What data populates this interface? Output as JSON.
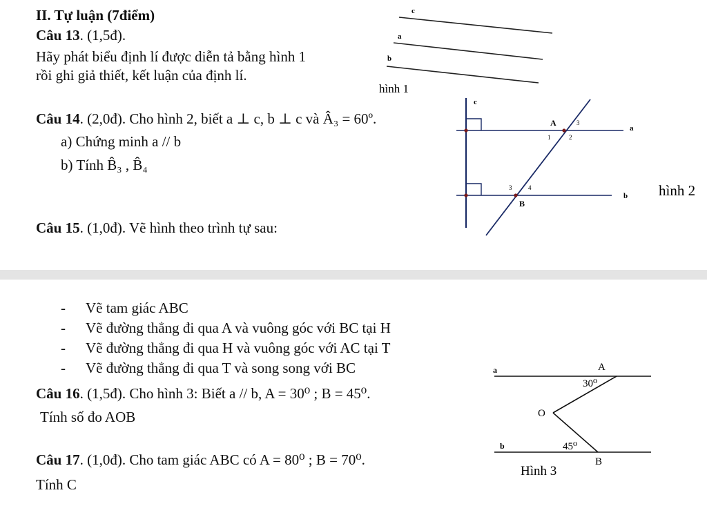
{
  "section_title": "II. Tự luận (7điểm)",
  "q13": {
    "label": "Câu 13",
    "points": ". (1,5đ).",
    "line1": "Hãy phát biểu định lí được diễn tả bằng hình 1",
    "line2": "rồi ghi giả thiết, kết luận của định lí."
  },
  "fig1": {
    "caption": "hình 1",
    "labels": [
      "c",
      "a",
      "b"
    ]
  },
  "q14": {
    "label": "Câu 14",
    "text": ". (2,0đ). Cho hình 2, biết a ⊥ c, b ⊥ c và Â₃ = 60º.",
    "a": "a)  Chứng minh a // b",
    "b": "b)  Tính B̂₃ , B̂₄"
  },
  "fig2": {
    "caption": "hình 2",
    "line_c": "c",
    "line_a": "a",
    "line_b": "b",
    "point_A": "A",
    "point_B": "B",
    "angle_labels_A": [
      "1",
      "2",
      "3"
    ],
    "angle_labels_B": [
      "3",
      "4"
    ]
  },
  "q15": {
    "label": "Câu 15",
    "text": ". (1,0đ). Vẽ hình theo trình tự sau:",
    "steps": [
      "Vẽ tam giác ABC",
      "Vẽ đường thẳng đi qua A và vuông góc với BC tại H",
      "Vẽ đường thẳng đi qua H và vuông góc với AC tại T",
      "Vẽ đường thẳng đi qua T và song song với BC"
    ],
    "bullet": "-"
  },
  "q16": {
    "label": "Câu 16",
    "text": ". (1,5đ). Cho hình 3: Biết a // b,  A = 30⁰ ; B = 45⁰.",
    "line2": "Tính số đo AOB"
  },
  "fig3": {
    "caption": "Hình 3",
    "line_a": "a",
    "line_b": "b",
    "point_A": "A",
    "point_B": "B",
    "point_O": "O",
    "angle_A": "30⁰",
    "angle_B": "45⁰"
  },
  "q17": {
    "label": "Câu 17",
    "text": ". (1,0đ). Cho tam giác ABC có A = 80⁰ ; B = 70⁰.",
    "line2": "Tính C"
  }
}
